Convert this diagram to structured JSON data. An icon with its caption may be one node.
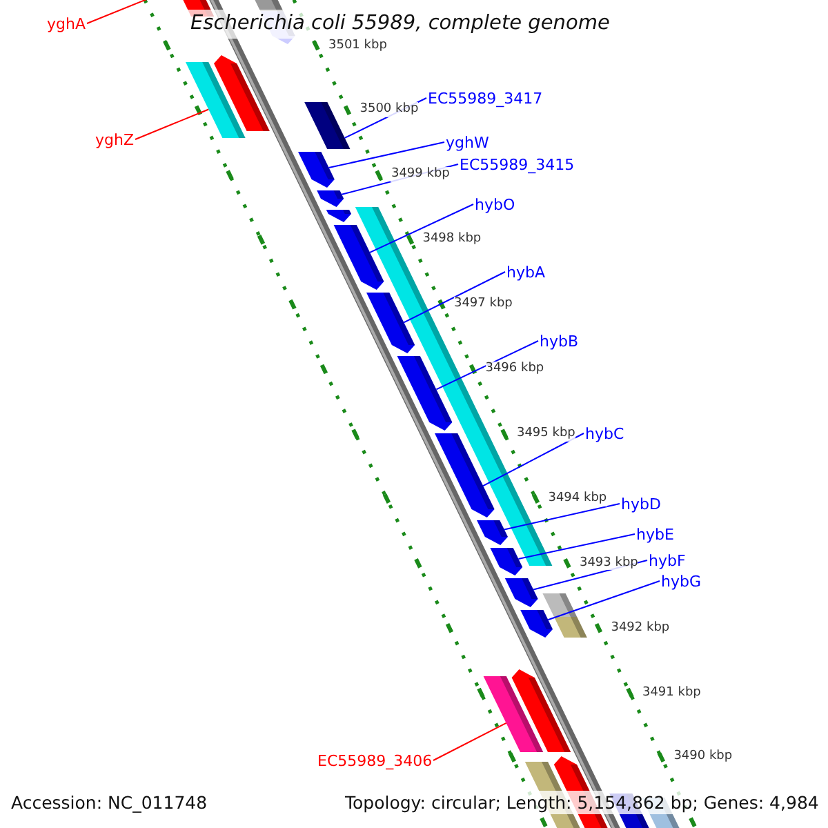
{
  "diagram": {
    "title": "Escherichia coli 55989, complete genome",
    "nodes": [
      {
        "text": [
          "yghA"
        ]
      },
      {
        "text": [],
        "shape": "arrow"
      },
      {
        "text": [
          "yghZ"
        ]
      },
      {
        "text": [],
        "shape": "bar"
      },
      {
        "text": [
          "EC55989_3417"
        ]
      },
      {
        "text": [],
        "shape": "bar"
      },
      {
        "text": [
          "yghW"
        ]
      },
      {
        "text": [],
        "shape": "arrow"
      },
      {
        "text": [
          "EC55989_3415"
        ]
      },
      {
        "text": [],
        "shape": "arrow"
      },
      {
        "text": [
          "hybO"
        ]
      },
      {
        "text": [],
        "shape": "arrow"
      },
      {
        "text": [
          "hybA"
        ]
      },
      {
        "text": [],
        "shape": "arrow"
      },
      {
        "text": [
          "hybB"
        ]
      },
      {
        "text": [],
        "shape": "arrow"
      },
      {
        "text": [
          "hybC"
        ]
      },
      {
        "text": [],
        "shape": "arrow"
      },
      {
        "text": [
          "hybD"
        ]
      },
      {
        "text": [],
        "shape": "arrow"
      },
      {
        "text": [
          "hybE"
        ]
      },
      {
        "text": [],
        "shape": "arrow"
      },
      {
        "text": [
          "hybF"
        ]
      },
      {
        "text": [],
        "shape": "arrow"
      },
      {
        "text": [
          "hybG"
        ]
      },
      {
        "text": [],
        "shape": "arrow"
      },
      {
        "text": [
          "EC55989_3406"
        ]
      },
      {
        "text": [],
        "shape": "bar"
      }
    ],
    "edges": [
      {
        "from": 0,
        "to": 1,
        "arrow": "none",
        "color": "#ff0000"
      },
      {
        "from": 2,
        "to": 3,
        "arrow": "none",
        "color": "#ff0000"
      },
      {
        "from": 4,
        "to": 5,
        "arrow": "none"
      },
      {
        "from": 6,
        "to": 7,
        "arrow": "none"
      },
      {
        "from": 8,
        "to": 9,
        "arrow": "none"
      },
      {
        "from": 10,
        "to": 11,
        "arrow": "none"
      },
      {
        "from": 12,
        "to": 13,
        "arrow": "none"
      },
      {
        "from": 14,
        "to": 15,
        "arrow": "none"
      },
      {
        "from": 16,
        "to": 17,
        "arrow": "none"
      },
      {
        "from": 18,
        "to": 19,
        "arrow": "none"
      },
      {
        "from": 20,
        "to": 21,
        "arrow": "none"
      },
      {
        "from": 22,
        "to": 23,
        "arrow": "none"
      },
      {
        "from": 24,
        "to": 25,
        "arrow": "none"
      },
      {
        "from": 26,
        "to": 27,
        "arrow": "none",
        "color": "#ff0000"
      }
    ],
    "labels": [
      "3501 kbp",
      "3500 kbp",
      "3499 kbp",
      "3498 kbp",
      "3497 kbp",
      "3496 kbp",
      "3495 kbp",
      "3494 kbp",
      "3493 kbp",
      "3492 kbp",
      "3491 kbp",
      "3490 kbp",
      "Accession: NC_011748",
      "Topology: circular; Length: 5,154,862 bp; Genes: 4,984"
    ]
  }
}
